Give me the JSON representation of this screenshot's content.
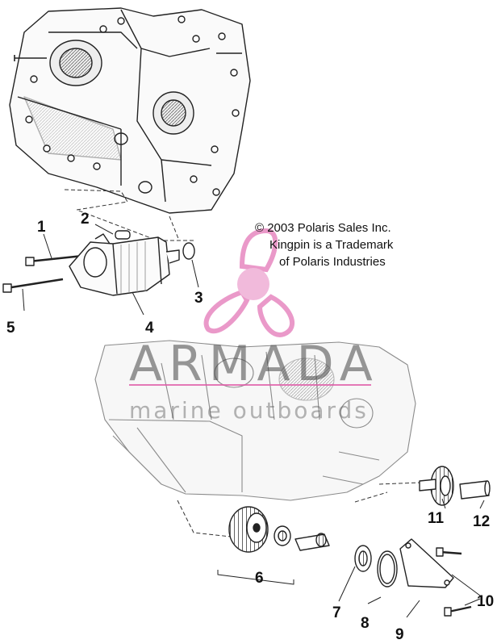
{
  "callouts": {
    "c1": "1",
    "c2": "2",
    "c3": "3",
    "c4": "4",
    "c5": "5",
    "c6": "6",
    "c7": "7",
    "c8": "8",
    "c9": "9",
    "c10": "10",
    "c11": "11",
    "c12": "12"
  },
  "copyright": {
    "line1": "© 2003 Polaris Sales Inc.",
    "line2": "Kingpin is a Trademark",
    "line3": "of Polaris Industries"
  },
  "watermark": {
    "title": "ARMADA",
    "subtitle": "marine outboards",
    "propeller_color": "#e88fc4",
    "accent_color": "#e05aa8"
  },
  "icons": {
    "logo": "propeller-logo-icon"
  }
}
